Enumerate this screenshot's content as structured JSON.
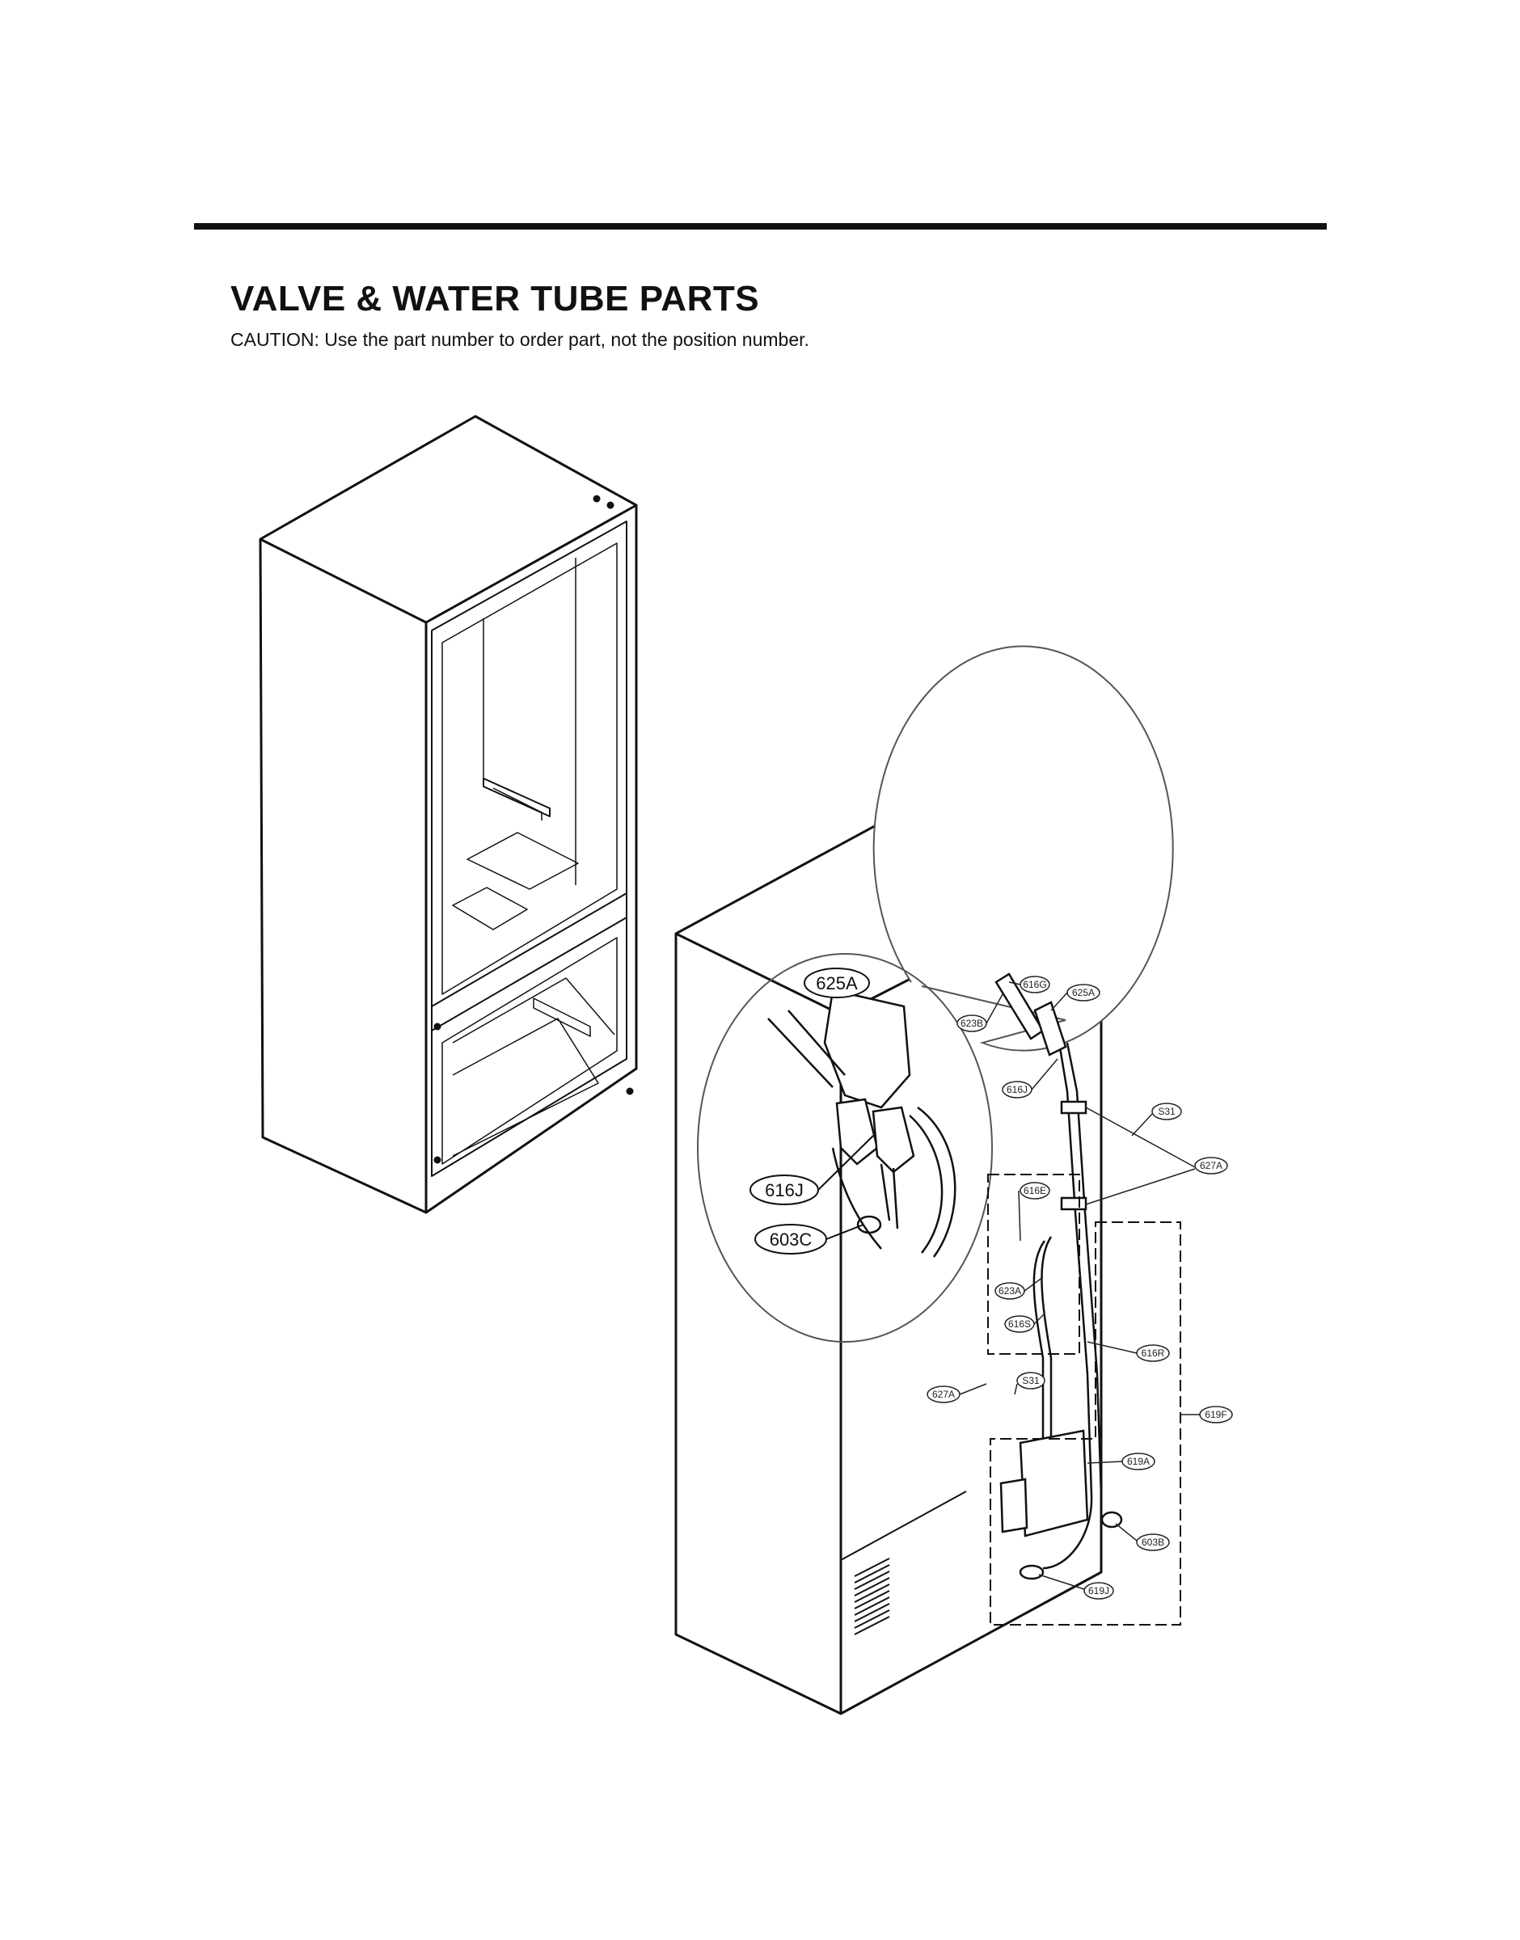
{
  "page": {
    "title": "VALVE & WATER TUBE PARTS",
    "caution": "CAUTION: Use the part number to order part, not the position number."
  },
  "callouts": {
    "detail": [
      "625A",
      "616J",
      "603C"
    ],
    "rear": [
      "616G",
      "625A",
      "623B",
      "616J",
      "S31",
      "627A",
      "616E",
      "623A",
      "616S",
      "616R",
      "627A",
      "S31",
      "619F",
      "619A",
      "603B",
      "619J"
    ]
  }
}
